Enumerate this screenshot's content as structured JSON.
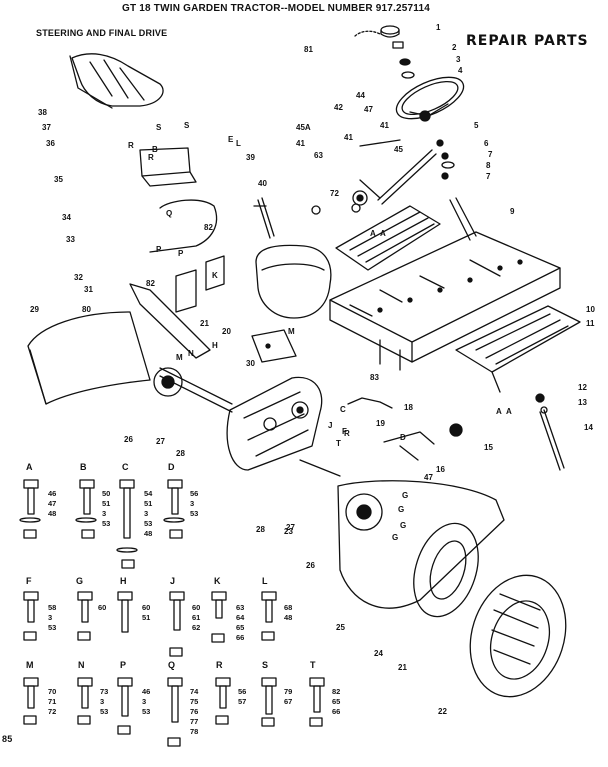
{
  "titles": {
    "main": "GT 18 TWIN GARDEN TRACTOR--MODEL NUMBER 917.257114",
    "section": "STEERING AND FINAL DRIVE",
    "repair": "REPAIR PARTS",
    "page_number": "85"
  },
  "callouts": [
    {
      "id": "c81",
      "text": "81"
    },
    {
      "id": "c1",
      "text": "1"
    },
    {
      "id": "c2",
      "text": "2"
    },
    {
      "id": "c3",
      "text": "3"
    },
    {
      "id": "c4",
      "text": "4"
    },
    {
      "id": "c5",
      "text": "5"
    },
    {
      "id": "c6",
      "text": "6"
    },
    {
      "id": "c7a",
      "text": "7"
    },
    {
      "id": "c8",
      "text": "8"
    },
    {
      "id": "c7b",
      "text": "7"
    },
    {
      "id": "c9",
      "text": "9"
    },
    {
      "id": "c10",
      "text": "10"
    },
    {
      "id": "c11",
      "text": "11"
    },
    {
      "id": "c12",
      "text": "12"
    },
    {
      "id": "c13",
      "text": "13"
    },
    {
      "id": "c14",
      "text": "14"
    },
    {
      "id": "c15",
      "text": "15"
    },
    {
      "id": "c16",
      "text": "16"
    },
    {
      "id": "c18",
      "text": "18"
    },
    {
      "id": "c19",
      "text": "19"
    },
    {
      "id": "c20",
      "text": "20"
    },
    {
      "id": "c21a",
      "text": "21"
    },
    {
      "id": "c21b",
      "text": "21"
    },
    {
      "id": "c22",
      "text": "22"
    },
    {
      "id": "c23",
      "text": "23"
    },
    {
      "id": "c24",
      "text": "24"
    },
    {
      "id": "c25",
      "text": "25"
    },
    {
      "id": "c26a",
      "text": "26"
    },
    {
      "id": "c26b",
      "text": "26"
    },
    {
      "id": "c27a",
      "text": "27"
    },
    {
      "id": "c27b",
      "text": "27"
    },
    {
      "id": "c28a",
      "text": "28"
    },
    {
      "id": "c28b",
      "text": "28"
    },
    {
      "id": "c29",
      "text": "29"
    },
    {
      "id": "c30",
      "text": "30"
    },
    {
      "id": "c31",
      "text": "31"
    },
    {
      "id": "c32",
      "text": "32"
    },
    {
      "id": "c33",
      "text": "33"
    },
    {
      "id": "c34",
      "text": "34"
    },
    {
      "id": "c35",
      "text": "35"
    },
    {
      "id": "c36",
      "text": "36"
    },
    {
      "id": "c37",
      "text": "37"
    },
    {
      "id": "c38",
      "text": "38"
    },
    {
      "id": "c39",
      "text": "39"
    },
    {
      "id": "c40",
      "text": "40"
    },
    {
      "id": "c41a",
      "text": "41"
    },
    {
      "id": "c41b",
      "text": "41"
    },
    {
      "id": "c41c",
      "text": "41"
    },
    {
      "id": "c42",
      "text": "42"
    },
    {
      "id": "c44",
      "text": "44"
    },
    {
      "id": "c45",
      "text": "45"
    },
    {
      "id": "c45a",
      "text": "45A"
    },
    {
      "id": "c47a",
      "text": "47"
    },
    {
      "id": "c47b",
      "text": "47"
    },
    {
      "id": "c63",
      "text": "63"
    },
    {
      "id": "c72",
      "text": "72"
    },
    {
      "id": "c80",
      "text": "80"
    },
    {
      "id": "c82a",
      "text": "82"
    },
    {
      "id": "c82b",
      "text": "82"
    },
    {
      "id": "c83",
      "text": "83"
    },
    {
      "id": "lS1",
      "text": "S"
    },
    {
      "id": "lS2",
      "text": "S"
    },
    {
      "id": "lR1",
      "text": "R"
    },
    {
      "id": "lR2",
      "text": "R"
    },
    {
      "id": "lR3",
      "text": "R"
    },
    {
      "id": "lB",
      "text": "B"
    },
    {
      "id": "lE",
      "text": "E"
    },
    {
      "id": "lL",
      "text": "L"
    },
    {
      "id": "lQ",
      "text": "Q"
    },
    {
      "id": "lP1",
      "text": "P"
    },
    {
      "id": "lP2",
      "text": "P"
    },
    {
      "id": "lK",
      "text": "K"
    },
    {
      "id": "lM1",
      "text": "M"
    },
    {
      "id": "lM2",
      "text": "M"
    },
    {
      "id": "lN",
      "text": "N"
    },
    {
      "id": "lH",
      "text": "H"
    },
    {
      "id": "lJ",
      "text": "J"
    },
    {
      "id": "lT",
      "text": "T"
    },
    {
      "id": "lF",
      "text": "F"
    },
    {
      "id": "lD",
      "text": "D"
    },
    {
      "id": "lC",
      "text": "C"
    },
    {
      "id": "lA1",
      "text": "A"
    },
    {
      "id": "lA2",
      "text": "A"
    },
    {
      "id": "lA3",
      "text": "A"
    },
    {
      "id": "lA4",
      "text": "A"
    },
    {
      "id": "lG1",
      "text": "G"
    },
    {
      "id": "lG2",
      "text": "G"
    },
    {
      "id": "lG3",
      "text": "G"
    },
    {
      "id": "lG4",
      "text": "G"
    }
  ],
  "hardware": [
    {
      "letter": "A",
      "nums": [
        "46",
        "47",
        "48"
      ]
    },
    {
      "letter": "B",
      "nums": [
        "50",
        "51",
        "3",
        "53"
      ]
    },
    {
      "letter": "C",
      "nums": [
        "54",
        "51",
        "3",
        "53",
        "48"
      ]
    },
    {
      "letter": "D",
      "nums": [
        "56",
        "3",
        "53"
      ]
    },
    {
      "letter": "F",
      "nums": [
        "58",
        "3",
        "53"
      ]
    },
    {
      "letter": "G",
      "nums": [
        "60"
      ]
    },
    {
      "letter": "H",
      "nums": [
        "60",
        "51"
      ]
    },
    {
      "letter": "J",
      "nums": [
        "60",
        "61",
        "62"
      ]
    },
    {
      "letter": "K",
      "nums": [
        "63",
        "64",
        "65",
        "66"
      ]
    },
    {
      "letter": "L",
      "nums": [
        "68",
        "48"
      ]
    },
    {
      "letter": "M",
      "nums": [
        "70",
        "71",
        "72"
      ]
    },
    {
      "letter": "N",
      "nums": [
        "73",
        "3",
        "53"
      ]
    },
    {
      "letter": "P",
      "nums": [
        "46",
        "3",
        "53"
      ]
    },
    {
      "letter": "Q",
      "nums": [
        "74",
        "75",
        "76",
        "77",
        "78"
      ]
    },
    {
      "letter": "R",
      "nums": [
        "56",
        "57"
      ]
    },
    {
      "letter": "S",
      "nums": [
        "79",
        "67"
      ]
    },
    {
      "letter": "T",
      "nums": [
        "82",
        "65",
        "66"
      ]
    }
  ]
}
